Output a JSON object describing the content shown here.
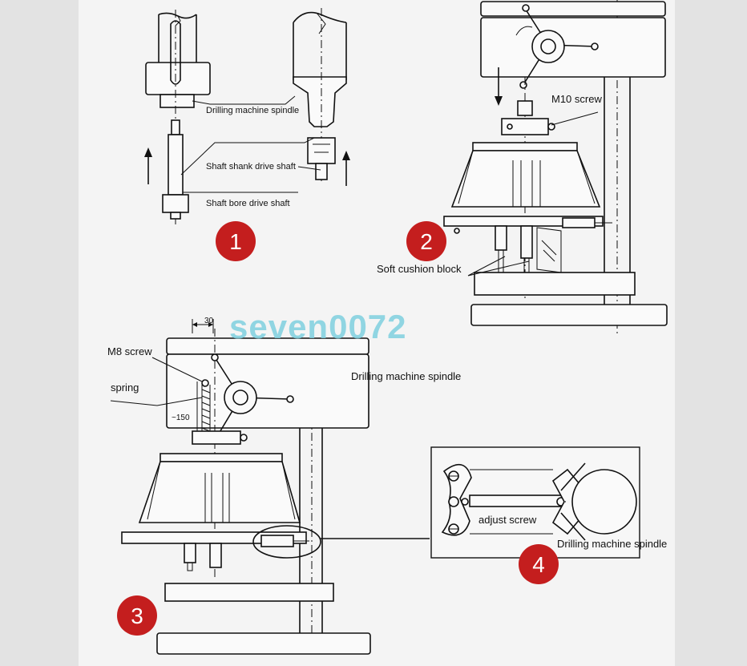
{
  "labels": {
    "drilling_machine_spindle": "Drilling machine spindle",
    "shaft_shank_drive_shaft": "Shaft shank drive shaft",
    "shaft_bore_drive_shaft": "Shaft bore drive shaft",
    "m10_screw": "M10 screw",
    "soft_cushion_block": "Soft cushion block",
    "m8_screw": "M8 screw",
    "spring": "spring",
    "drilling_machine_spindle_3": "Drilling machine spindle",
    "dim_30": "30",
    "dim_150": "~150",
    "adjust_screw": "adjust screw",
    "drilling_machine_spindle_4": "Drilling machine spindle"
  },
  "badges": {
    "step1": "1",
    "step2": "2",
    "step3": "3",
    "step4": "4"
  },
  "watermark": "seven0072",
  "colors": {
    "badge": "#c41e1e",
    "watermark": "#7fd0df",
    "ink": "#111111"
  }
}
